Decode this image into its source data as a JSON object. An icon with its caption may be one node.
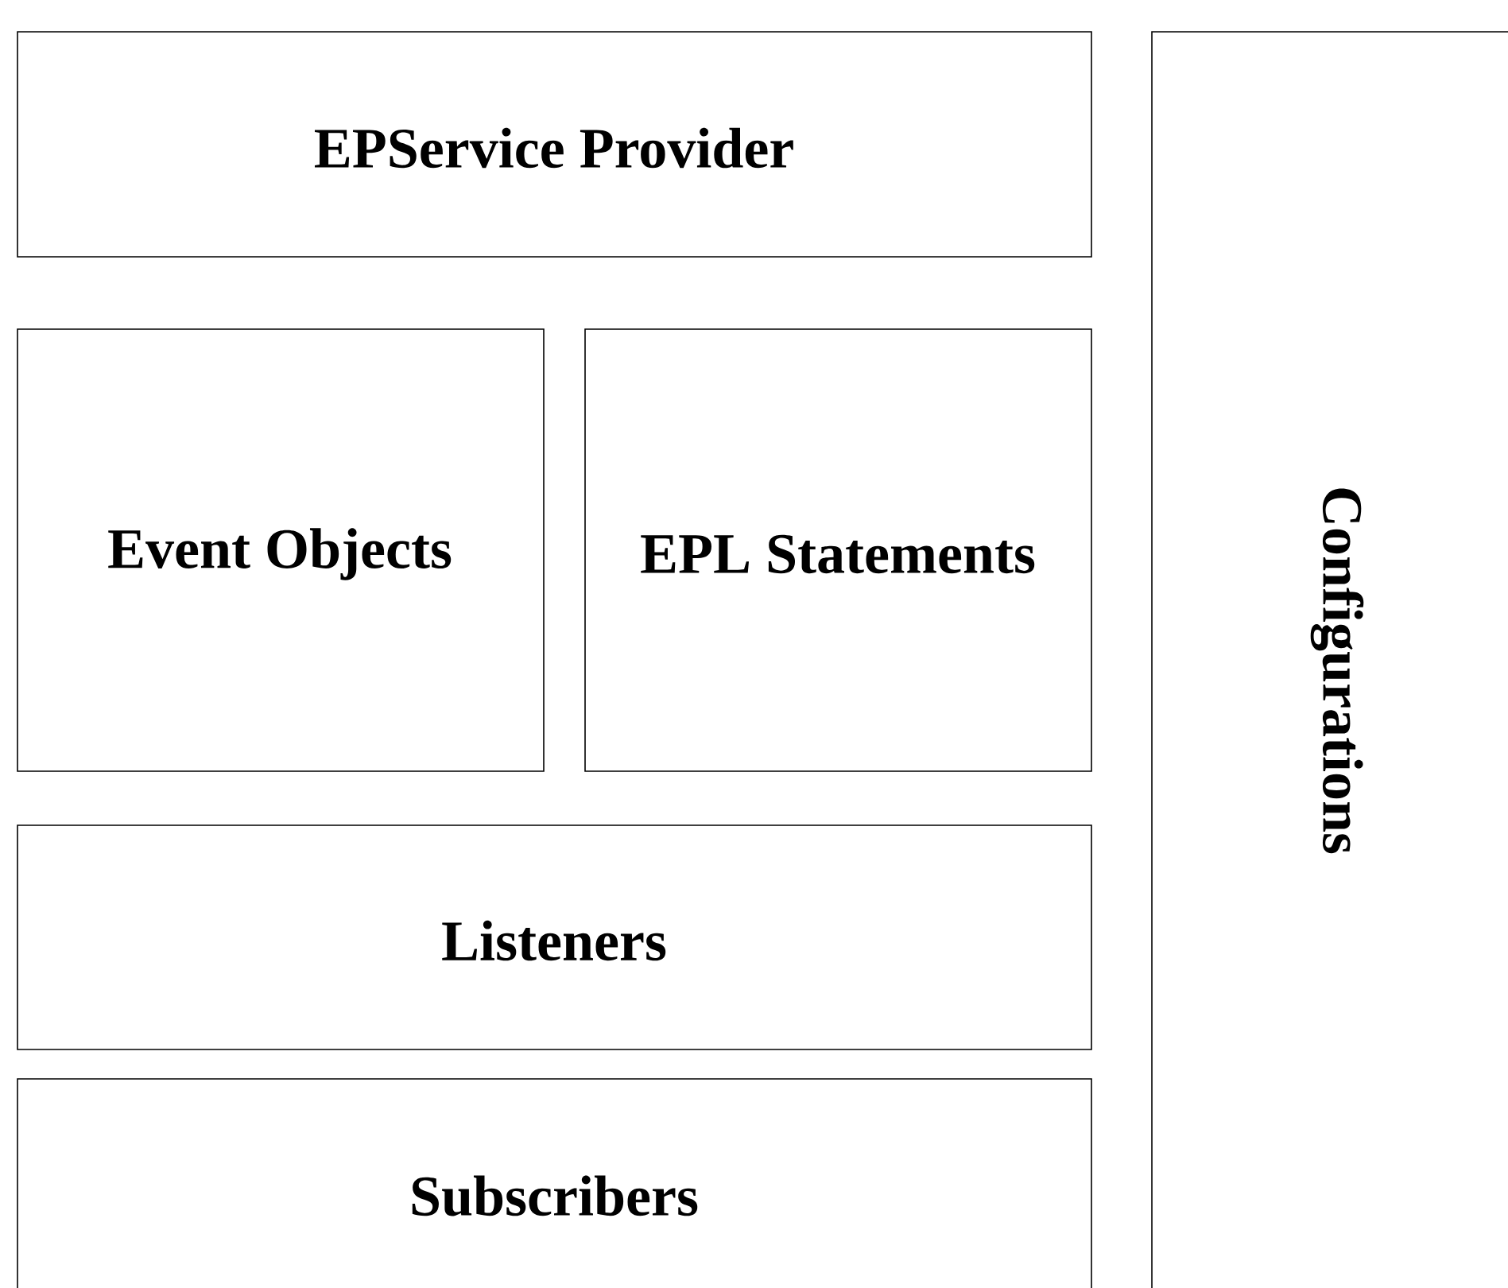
{
  "diagram": {
    "nodes": [
      {
        "text": [
          "EPService Provider"
        ]
      },
      {
        "text": [
          "Event Objects"
        ]
      },
      {
        "text": [
          "EPL Statements"
        ]
      },
      {
        "text": [
          "Listeners"
        ]
      },
      {
        "text": [
          "Subscribers"
        ]
      },
      {
        "text": [
          "Configurations"
        ]
      }
    ]
  }
}
